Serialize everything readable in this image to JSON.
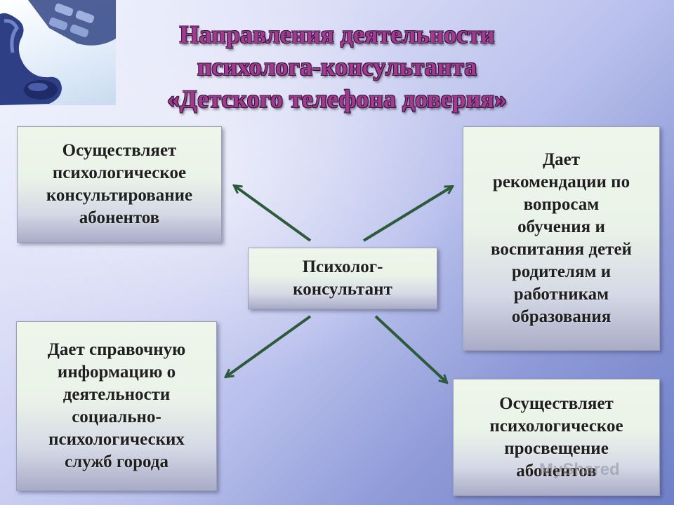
{
  "title": {
    "line1": "Направления деятельности",
    "line2": "психолога-консультанта",
    "line3": "«Детского телефона доверия»"
  },
  "center": {
    "line1": "Психолог-",
    "line2": "консультант"
  },
  "top_left": {
    "line1": "Осуществляет",
    "line2": "психологическое",
    "line3": "консультирование",
    "line4": "абонентов"
  },
  "top_right": {
    "line1": "Дает",
    "line2": "рекомендации по",
    "line3": "вопросам",
    "line4": "обучения и",
    "line5": "воспитания детей",
    "line6": "родителям и",
    "line7": "работникам",
    "line8": "образования"
  },
  "bottom_left": {
    "line1": "Дает справочную",
    "line2": "информацию о",
    "line3": "деятельности",
    "line4": "социально-",
    "line5": "психологических",
    "line6": "служб города"
  },
  "bottom_right": {
    "line1": "Осуществляет",
    "line2": "психологическое",
    "line3": "просвещение",
    "line4": "абонентов"
  },
  "watermark": "MyShared",
  "colors": {
    "title": "#a23a8f",
    "arrow": "#2c5a3a"
  },
  "icons": {
    "photo": "telephone-handset"
  }
}
